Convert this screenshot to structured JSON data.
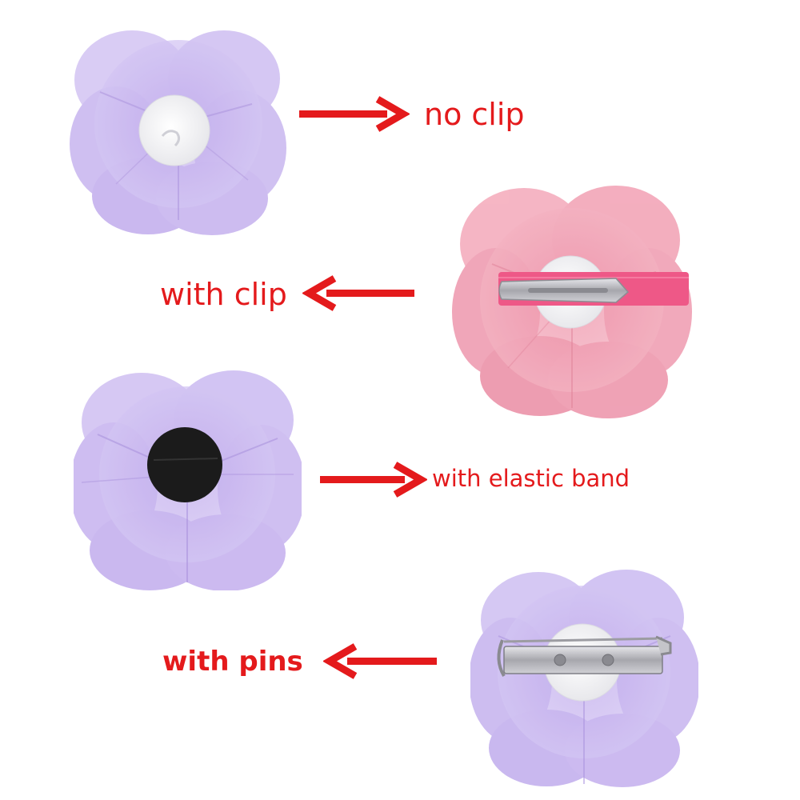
{
  "labels": {
    "no_clip": "no clip",
    "with_clip": "with clip",
    "with_elastic_band": "with elastic band",
    "with_pins": "with pins"
  },
  "colors": {
    "arrow_red": "#e41a1c",
    "lavender_petal": "#c7b3ee",
    "lavender_dark": "#a98fdc",
    "pink_petal": "#f09aae",
    "pink_dark": "#e07890",
    "felt_white": "#f1f1f3",
    "elastic_black": "#1b1b1b",
    "clip_pink": "#ef5a87",
    "metal": "#b9b9bd"
  },
  "icons": [
    "arrow-right-icon",
    "arrow-left-icon",
    "hair-clip-icon",
    "brooch-pin-icon"
  ]
}
